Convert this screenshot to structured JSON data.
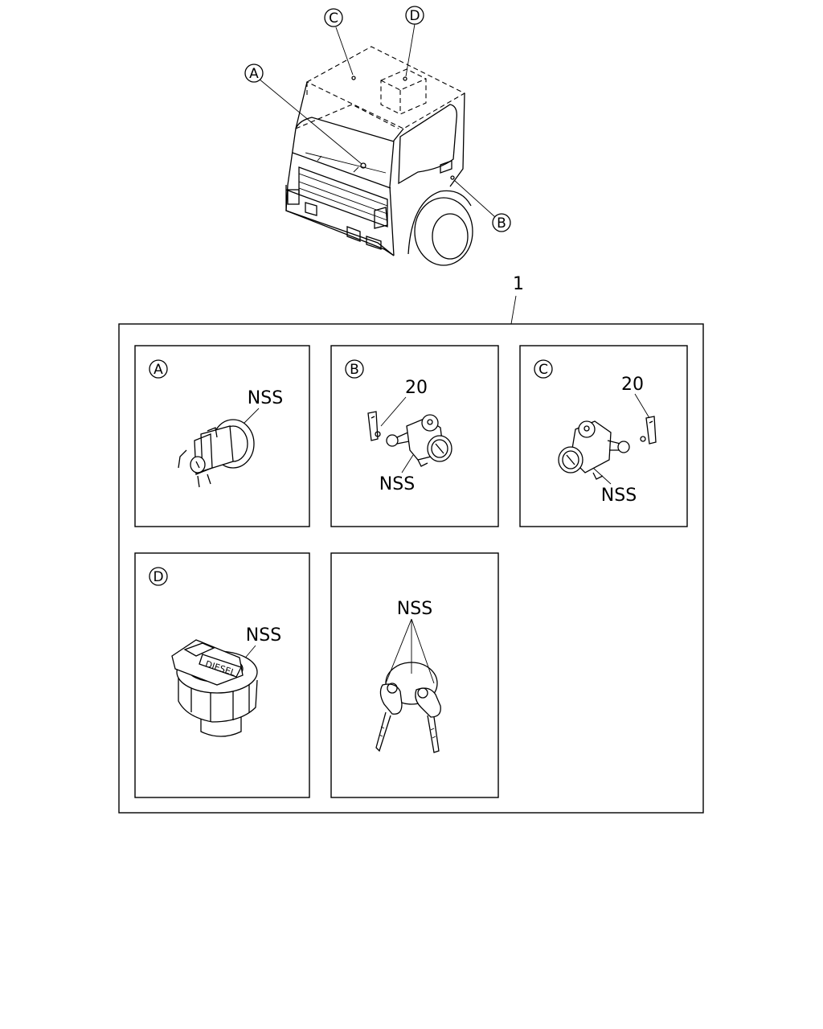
{
  "callouts": {
    "A": "A",
    "B": "B",
    "C": "C",
    "D": "D"
  },
  "assembly_number": "1",
  "panels": {
    "a": {
      "letter": "A",
      "part_label": "NSS"
    },
    "b": {
      "letter": "B",
      "part_label": "NSS",
      "ref_number": "20"
    },
    "c": {
      "letter": "C",
      "part_label": "NSS",
      "ref_number": "20"
    },
    "d": {
      "letter": "D",
      "part_label": "NSS",
      "cap_text": "DIESEL"
    },
    "keys": {
      "part_label": "NSS"
    }
  }
}
